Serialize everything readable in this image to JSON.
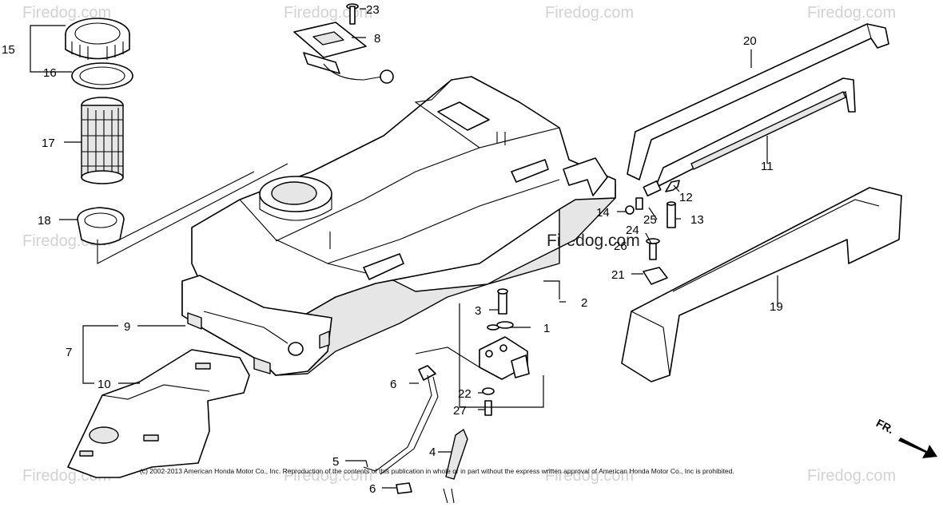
{
  "watermark": {
    "text": "Firedog.com",
    "center_text": "Firedog.com",
    "color": "#d2d2d2"
  },
  "copyright": "(c) 2002-2013 American Honda Motor Co., Inc. Reproduction of the contents of this publication in whole or in part without the express written approval of American Honda Motor Co., Inc is prohibited.",
  "direction_marker": "FR.",
  "callouts": {
    "c1": "1",
    "c2": "2",
    "c3": "3",
    "c4": "4",
    "c5": "5",
    "c6a": "6",
    "c6b": "6",
    "c7": "7",
    "c8": "8",
    "c9": "9",
    "c10": "10",
    "c11": "11",
    "c12": "12",
    "c13": "13",
    "c14": "14",
    "c15": "15",
    "c16": "16",
    "c17": "17",
    "c18": "18",
    "c19": "19",
    "c20": "20",
    "c21": "21",
    "c22": "22",
    "c23": "23",
    "c24": "24",
    "c25": "25",
    "c26": "26",
    "c27": "27"
  }
}
